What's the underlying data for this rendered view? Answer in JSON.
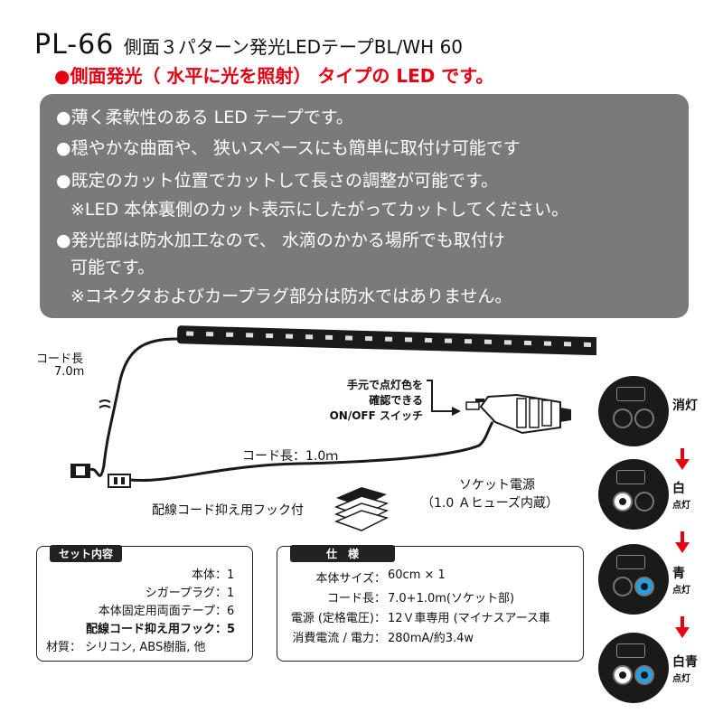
{
  "title": {
    "main": "PL-66",
    "subtitle": "側面３パターン発光LEDテープBL/WH 60"
  },
  "red_line": "●側面発光（ 水平に光を照射） タイプの LED です。",
  "features": [
    "●薄く柔軟性のある LED テープです。",
    "●穏やかな曲面や、 狭いスペースにも簡単に取付け可能です",
    "●既定のカット位置でカットして長さの調整が可能です。",
    "※LED 本体裏側のカット表示にしたがってカットしてください。",
    "●発光部は防水加工なので、 水滴のかかる場所でも取付け",
    "可能です。",
    "※コネクタおよびカープラグ部分は防水ではありません。"
  ],
  "diagram": {
    "cord_length_label": "コード長",
    "cord_length_value": "7.0m",
    "switch_label": [
      "手元で点灯色を",
      "確認できる",
      "ON/OFF スイッチ"
    ],
    "cord2_label": "コード長：1.0ｍ",
    "socket_label": "ソケット電源",
    "socket_note": "（1.0 Ａヒューズ内蔵）",
    "hook_label": "配線コード抑え用フック付"
  },
  "set_contents": {
    "title": "セット内容",
    "items": [
      {
        "name": "本体",
        "qty": "1",
        "bold": false
      },
      {
        "name": "シガープラグ",
        "qty": "1",
        "bold": false
      },
      {
        "name": "本体固定用両面テープ",
        "qty": "6",
        "bold": false
      },
      {
        "name": "配線コード抑え用フック",
        "qty": "5",
        "bold": true
      }
    ],
    "material": "材質： シリコン, ABS樹脂, 他"
  },
  "specs": {
    "title": "仕　様",
    "rows": [
      {
        "label": "本体サイズ：",
        "value": "60cm × 1"
      },
      {
        "label": "コード長：",
        "value": "7.0+1.0m(ソケット部)"
      },
      {
        "label": "電源 (定格電圧)：",
        "value": "12Ｖ車専用 (マイナスアース車"
      },
      {
        "label": "消費電流 / 電力：",
        "value": "280mA/約3.4w"
      }
    ]
  },
  "states": [
    {
      "label": "消灯",
      "small": "",
      "left": "none",
      "right": "none"
    },
    {
      "label": "白",
      "small": "点灯",
      "left": "white",
      "right": "none"
    },
    {
      "label": "青",
      "small": "点灯",
      "left": "none",
      "right": "blue"
    },
    {
      "label": "白青",
      "small": "点灯",
      "left": "white",
      "right": "blue"
    }
  ],
  "colors": {
    "red": "#e60012",
    "gray_panel": "#7a7a7a",
    "blue": "#2a9fe0"
  }
}
